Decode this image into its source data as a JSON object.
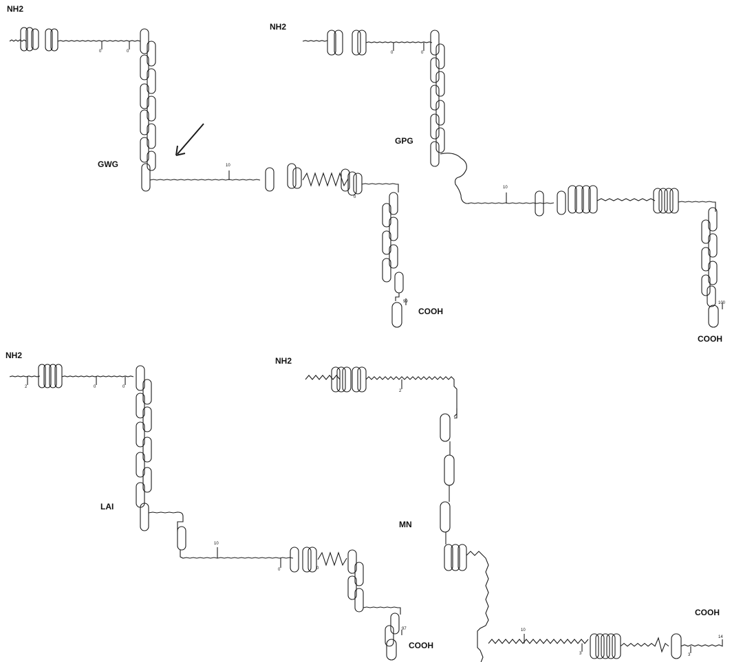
{
  "header_fragment": "",
  "panels": [
    {
      "id": "top-left",
      "start_label": "NH2",
      "end_label": "COOH",
      "motif_label": "GWG",
      "residue_marks": [
        "0",
        "0",
        "10",
        "0",
        "99"
      ]
    },
    {
      "id": "top-right",
      "start_label": "NH2",
      "end_label": "COOH",
      "motif_label": "GPG",
      "residue_marks": [
        "0",
        "0",
        "10",
        "100"
      ]
    },
    {
      "id": "bottom-left",
      "start_label": "NH2",
      "end_label": "COOH",
      "motif_label": "LAI",
      "residue_marks": [
        "2",
        "0",
        "0",
        "10",
        "0",
        "0",
        "97"
      ]
    },
    {
      "id": "bottom-right",
      "start_label": "NH2",
      "end_label": "COOH",
      "motif_label": "MN",
      "residue_marks": [
        "2",
        "10",
        "3",
        "3",
        "14"
      ]
    }
  ],
  "colors": {
    "ink": "#1a1a1a",
    "background": "#ffffff"
  }
}
